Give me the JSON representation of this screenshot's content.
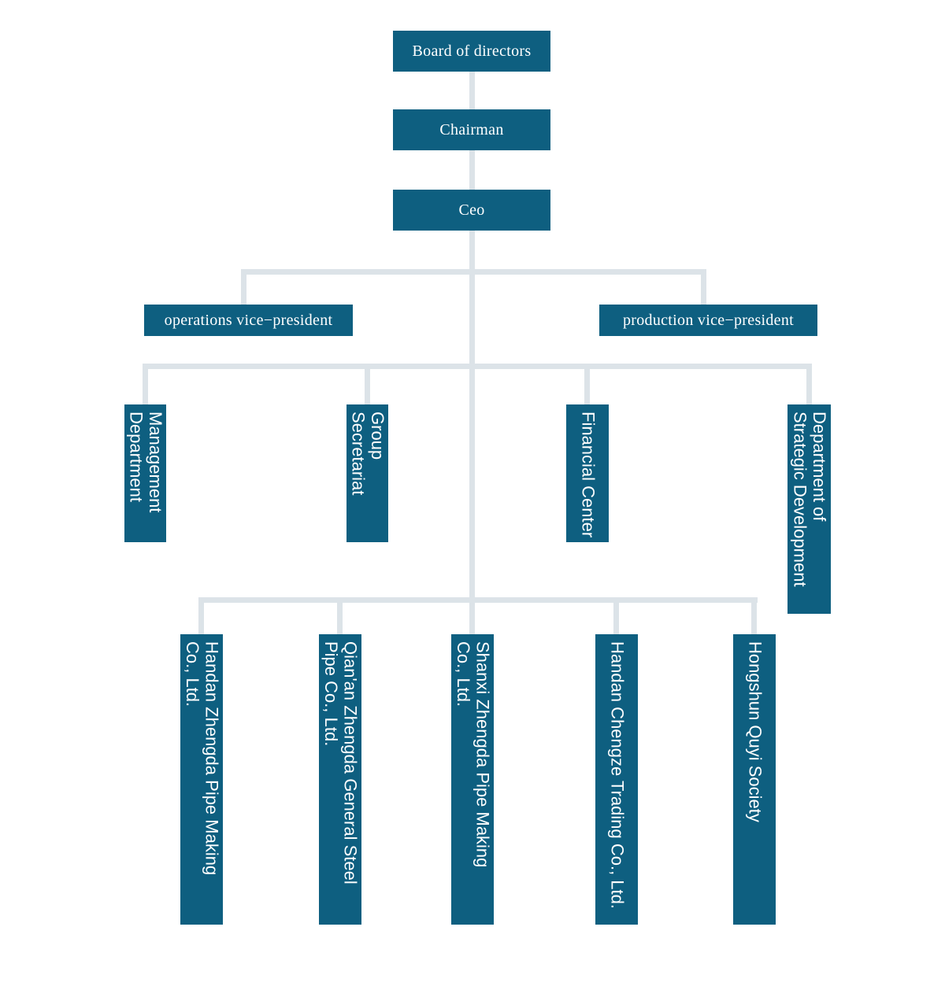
{
  "palette": {
    "node_fill": "#0E5F80",
    "node_text": "#FFFFFF",
    "connector": "#DCE3E8",
    "background": "#FFFFFF"
  },
  "nodes": {
    "board": {
      "label": "Board of directors"
    },
    "chairman": {
      "label": "Chairman"
    },
    "ceo": {
      "label": "Ceo"
    },
    "operations_vp": {
      "label": "operations vice−president"
    },
    "production_vp": {
      "label": "production vice−president"
    },
    "management_department": {
      "label": "Management\nDepartment"
    },
    "group_secretariat": {
      "label": "Group Secretariat"
    },
    "financial_center": {
      "label": "Financial Center"
    },
    "strategic_development": {
      "label": "Department of\nStrategic Development"
    },
    "handan_zhengda": {
      "label": "Handan Zhengda Pipe Making\nCo., Ltd."
    },
    "qianan_zhengda": {
      "label": "Qian'an Zhengda General Steel\nPipe Co., Ltd."
    },
    "shanxi_zhengda": {
      "label": "Shanxi Zhengda Pipe Making\nCo., Ltd."
    },
    "handan_chengze": {
      "label": "Handan Chengze Trading Co., Ltd."
    },
    "hongshun_quyi": {
      "label": "Hongshun Quyi Society"
    }
  },
  "edges": [
    [
      "board",
      "chairman"
    ],
    [
      "chairman",
      "ceo"
    ],
    [
      "ceo",
      "operations_vp"
    ],
    [
      "ceo",
      "production_vp"
    ],
    [
      "ceo",
      "management_department"
    ],
    [
      "ceo",
      "group_secretariat"
    ],
    [
      "ceo",
      "financial_center"
    ],
    [
      "ceo",
      "strategic_development"
    ],
    [
      "ceo",
      "handan_zhengda"
    ],
    [
      "ceo",
      "qianan_zhengda"
    ],
    [
      "ceo",
      "shanxi_zhengda"
    ],
    [
      "ceo",
      "handan_chengze"
    ],
    [
      "ceo",
      "hongshun_quyi"
    ]
  ]
}
